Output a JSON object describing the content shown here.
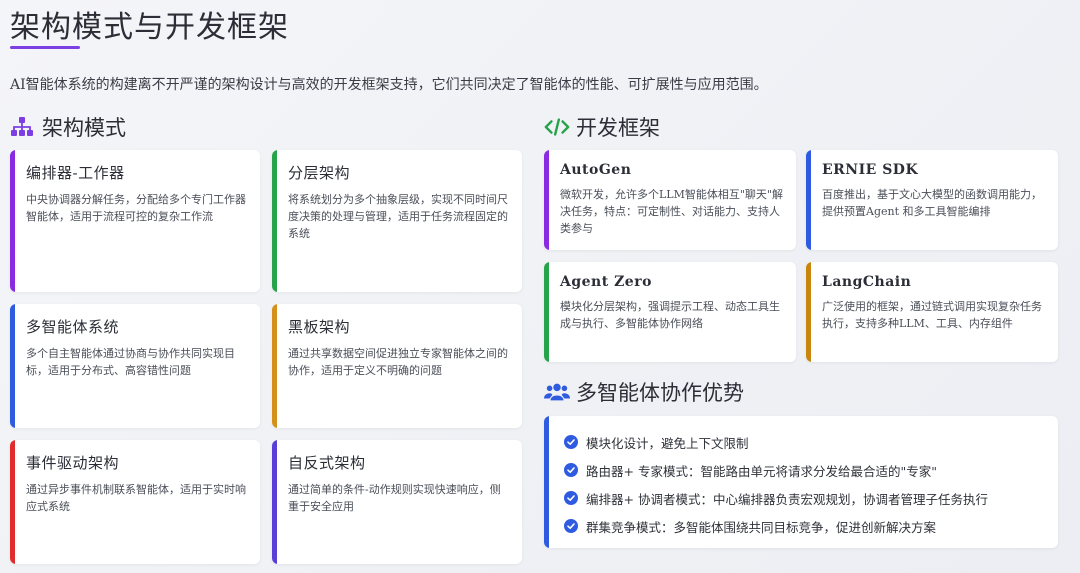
{
  "page": {
    "title": "架构模式与开发框架",
    "intro": "AI智能体系统的构建离不开严谨的架构设计与高效的开发框架支持，它们共同决定了智能体的性能、可扩展性与应用范围。"
  },
  "sections": {
    "architecture": {
      "title": "架构模式",
      "icon": "sitemap-icon"
    },
    "frameworks": {
      "title": "开发框架",
      "icon": "code-icon"
    },
    "advantages": {
      "title": "多智能体协作优势",
      "icon": "users-icon"
    }
  },
  "architecture_cards": [
    {
      "title": "编排器-工作器",
      "desc": "中央协调器分解任务，分配给多个专门工作器智能体，适用于流程可控的复杂工作流",
      "color": "#8a2be2"
    },
    {
      "title": "分层架构",
      "desc": "将系统划分为多个抽象层级，实现不同时间尺度决策的处理与管理，适用于任务流程固定的系统",
      "color": "#27a34a"
    },
    {
      "title": "多智能体系统",
      "desc": "多个自主智能体通过协商与协作共同实现目标，适用于分布式、高容错性问题",
      "color": "#2f5be0"
    },
    {
      "title": "黑板架构",
      "desc": "通过共享数据空间促进独立专家智能体之间的协作，适用于定义不明确的问题",
      "color": "#d4901a"
    },
    {
      "title": "事件驱动架构",
      "desc": "通过异步事件机制联系智能体，适用于实时响应式系统",
      "color": "#e02c2c"
    },
    {
      "title": "自反式架构",
      "desc": "通过简单的条件-动作规则实现快速响应，侧重于安全应用",
      "color": "#5a3fd6"
    }
  ],
  "framework_cards": [
    {
      "title": "AutoGen",
      "desc": "微软开发，允许多个LLM智能体相互\"聊天\"解决任务，特点：可定制性、对话能力、支持人类参与",
      "color": "#8a2be2"
    },
    {
      "title": "ERNIE SDK",
      "desc": "百度推出，基于文心大模型的函数调用能力，提供预置Agent 和多工具智能编排",
      "color": "#2f5be0"
    },
    {
      "title": "Agent Zero",
      "desc": "模块化分层架构，强调提示工程、动态工具生成与执行、多智能体协作网络",
      "color": "#27a34a"
    },
    {
      "title": "LangChain",
      "desc": "广泛使用的框架，通过链式调用实现复杂任务执行，支持多种LLM、工具、内存组件",
      "color": "#c9860f"
    }
  ],
  "advantages": {
    "items": [
      {
        "text": "模块化设计，避免上下文限制",
        "icon": "check-circle-icon"
      },
      {
        "text": "路由器+ 专家模式：智能路由单元将请求分发给最合适的\"专家\"",
        "icon": "check-circle-icon"
      },
      {
        "text": "编排器+ 协调者模式：中心编排器负责宏观规划，协调者管理子任务执行",
        "icon": "check-circle-icon"
      },
      {
        "text": "群集竞争模式：多智能体围绕共同目标竞争，促进创新解决方案",
        "icon": "check-circle-icon"
      }
    ]
  },
  "colors": {
    "accent": "#7b3fe4",
    "blue": "#2f5be0"
  }
}
